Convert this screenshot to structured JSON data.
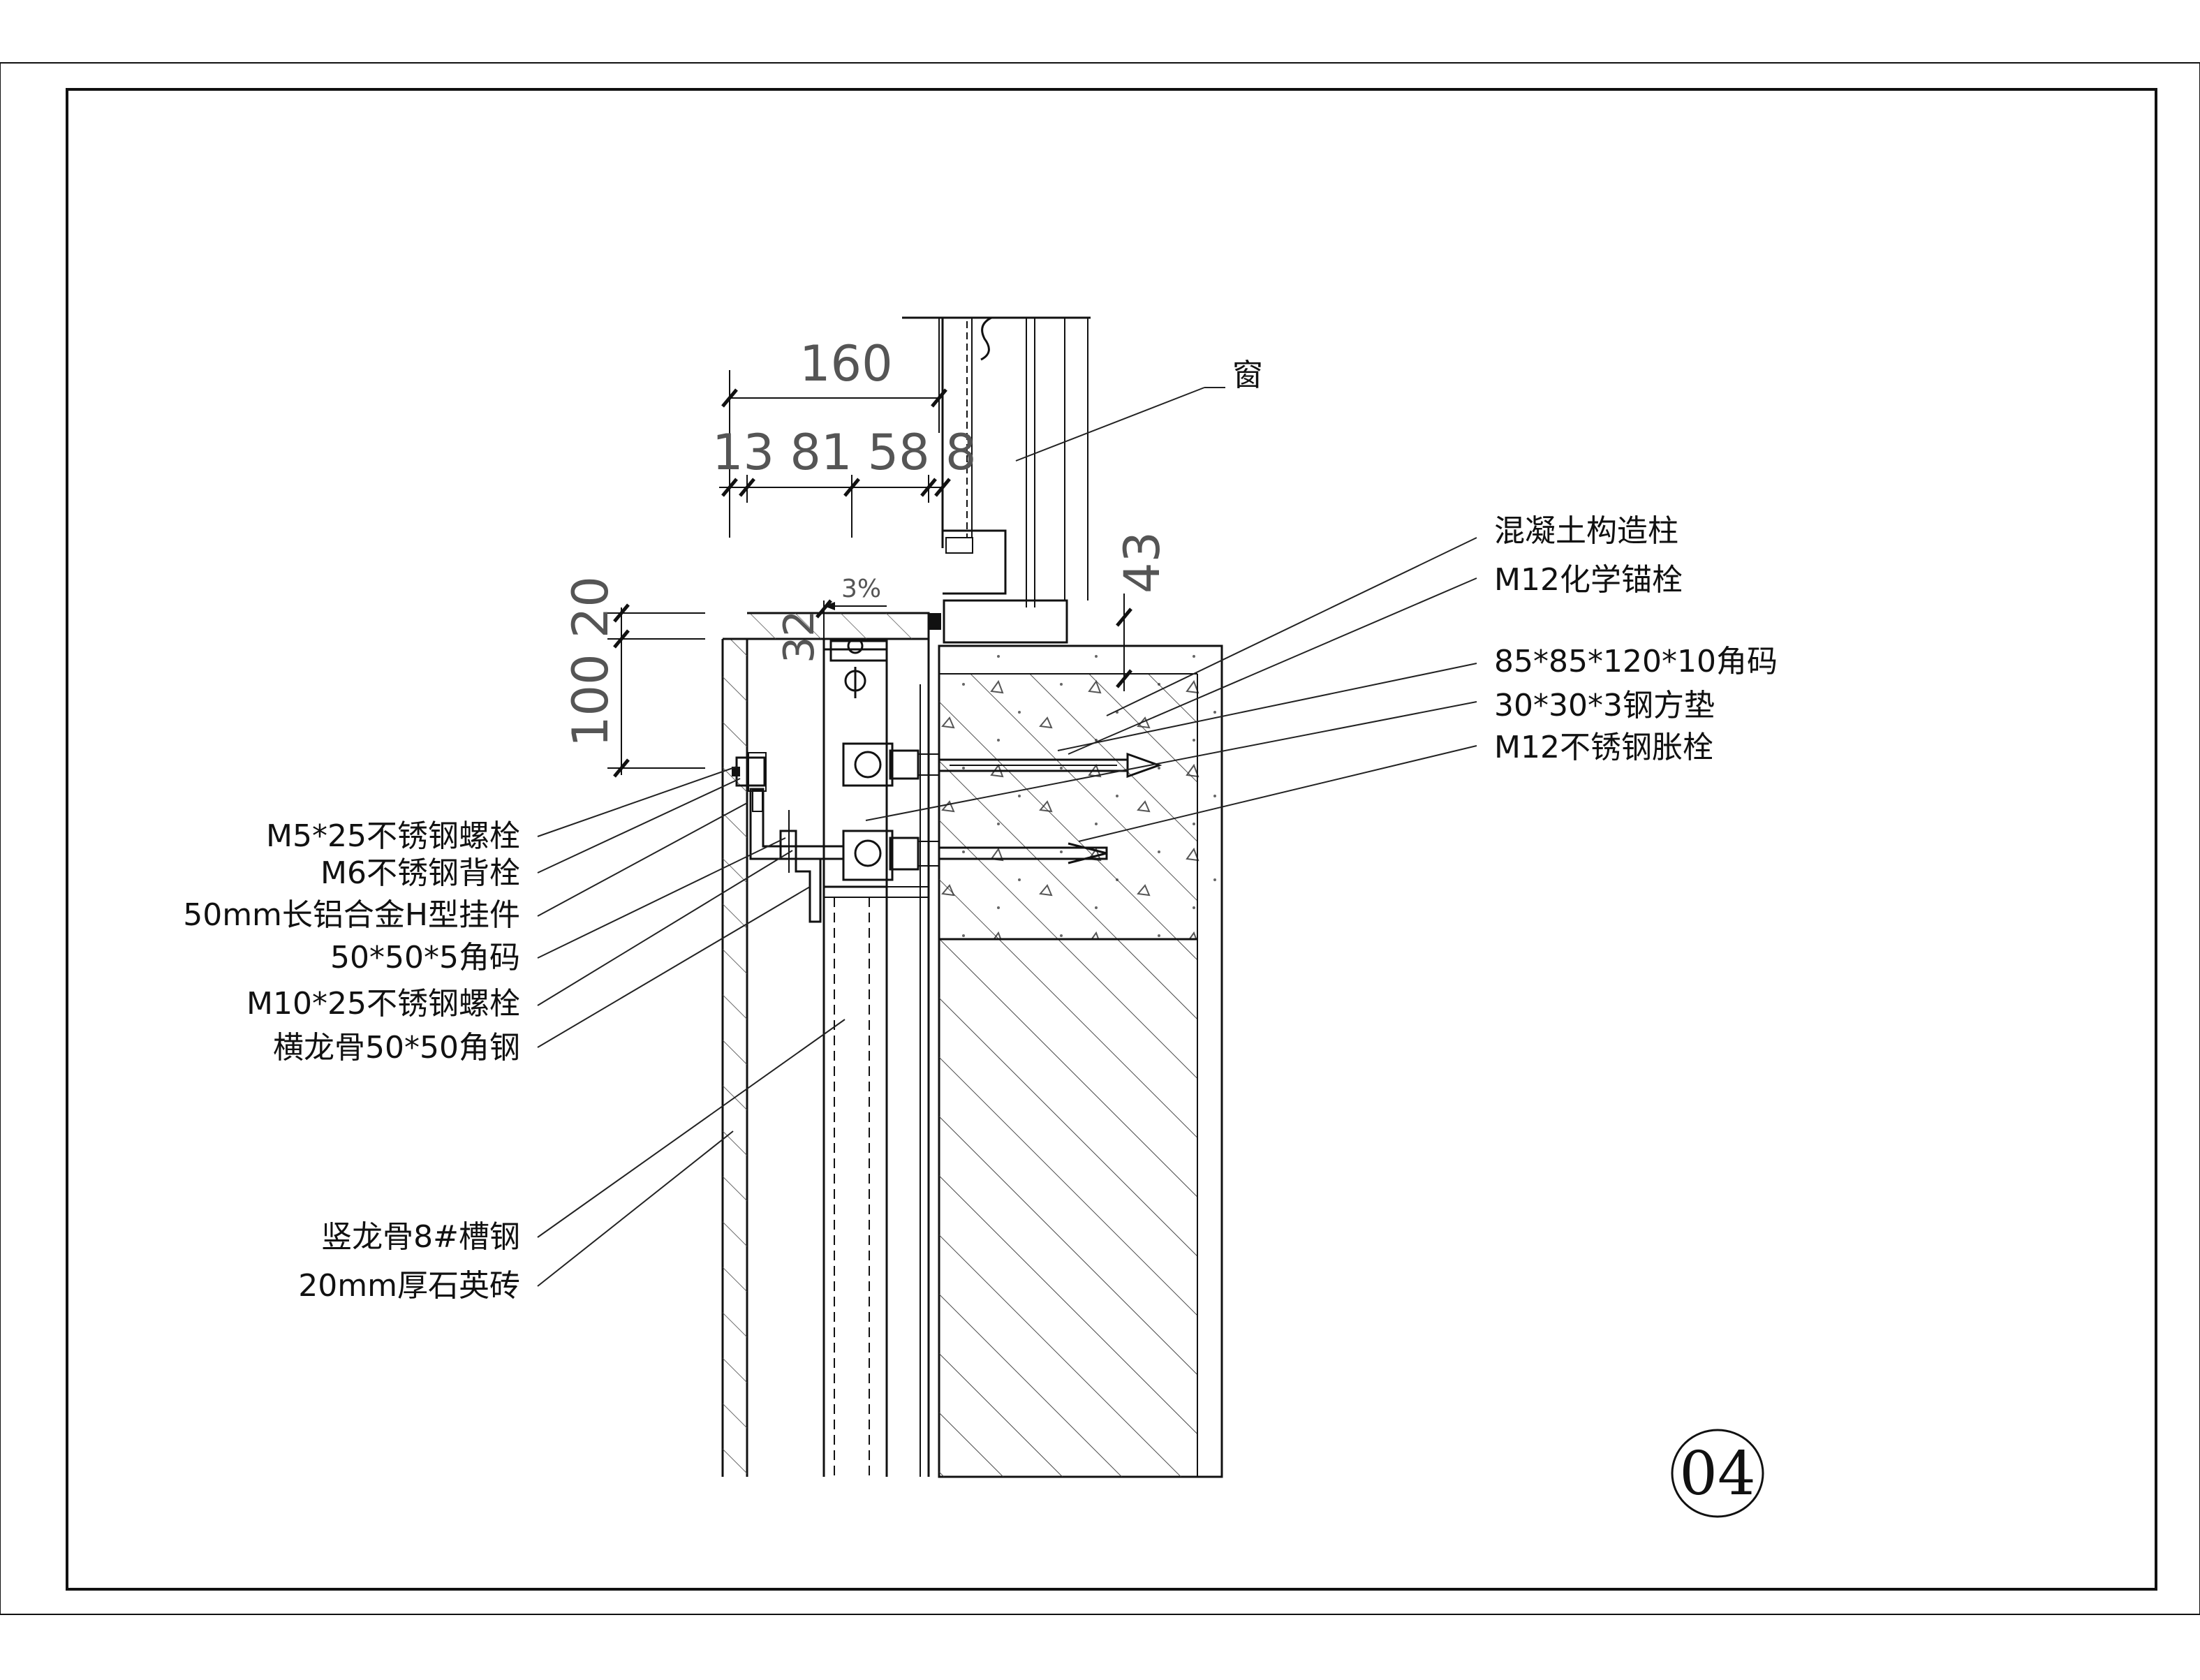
{
  "drawing_number": "04",
  "dimensions": {
    "total_width": "160",
    "sub_widths": "13 81 58 8",
    "slope": "3%",
    "height_a": "43",
    "height_b": "32",
    "vertical_stack": "100 20"
  },
  "labels_right": {
    "window": "窗",
    "concrete_column": "混凝土构造柱",
    "chemical_anchor": "M12化学锚栓",
    "angle_bracket": "85*85*120*10角码",
    "steel_pad": "30*30*3钢方垫",
    "expansion_bolt": "M12不锈钢胀栓"
  },
  "labels_left": {
    "m5_bolt": "M5*25不锈钢螺栓",
    "m6_back_bolt": "M6不锈钢背栓",
    "h_hanger": "50mm长铝合金H型挂件",
    "angle_50": "50*50*5角码",
    "m10_bolt": "M10*25不锈钢螺栓",
    "horizontal_keel": "横龙骨50*50角钢",
    "vertical_keel": "竖龙骨8#槽钢",
    "quartz_tile": "20mm厚石英砖"
  }
}
